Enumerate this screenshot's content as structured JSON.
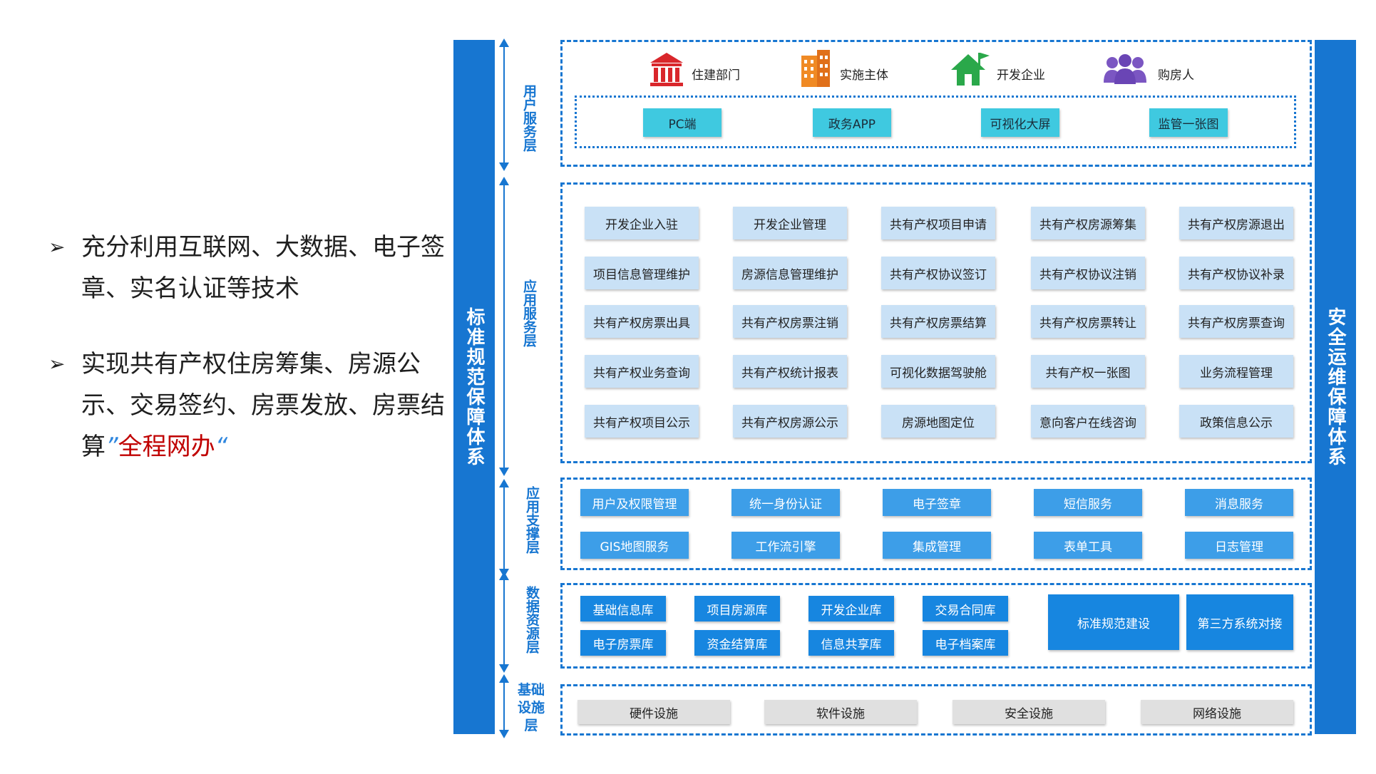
{
  "bullets": [
    {
      "text": "充分利用互联网、大数据、电子签章、实名认证等技术"
    },
    {
      "text_main": "实现共有产权住房筹集、房源公示、交易签约、房票发放、房票结算",
      "quote_open": "”",
      "highlight": "全程网办",
      "quote_close": "“"
    }
  ],
  "side_left": "标准规范保障体系",
  "side_right": "安全运维保障体系",
  "layers": {
    "user": "用户服务层",
    "app": "应用服务层",
    "support": "应用支撑层",
    "data": "数据资源层",
    "infra": "基础设施层"
  },
  "users": [
    {
      "label": "住建部门",
      "icon": "government-building-icon"
    },
    {
      "label": "实施主体",
      "icon": "office-building-icon"
    },
    {
      "label": "开发企业",
      "icon": "house-flag-icon"
    },
    {
      "label": "购房人",
      "icon": "people-group-icon"
    }
  ],
  "channels": [
    "PC端",
    "政务APP",
    "可视化大屏",
    "监管一张图"
  ],
  "app_services": [
    [
      "开发企业入驻",
      "开发企业管理",
      "共有产权项目申请",
      "共有产权房源筹集",
      "共有产权房源退出"
    ],
    [
      "项目信息管理维护",
      "房源信息管理维护",
      "共有产权协议签订",
      "共有产权协议注销",
      "共有产权协议补录"
    ],
    [
      "共有产权房票出具",
      "共有产权房票注销",
      "共有产权房票结算",
      "共有产权房票转让",
      "共有产权房票查询"
    ],
    [
      "共有产权业务查询",
      "共有产权统计报表",
      "可视化数据驾驶舱",
      "共有产权一张图",
      "业务流程管理"
    ],
    [
      "共有产权项目公示",
      "共有产权房源公示",
      "房源地图定位",
      "意向客户在线咨询",
      "政策信息公示"
    ]
  ],
  "support_services": [
    [
      "用户及权限管理",
      "统一身份认证",
      "电子签章",
      "短信服务",
      "消息服务"
    ],
    [
      "GIS地图服务",
      "工作流引擎",
      "集成管理",
      "表单工具",
      "日志管理"
    ]
  ],
  "data_resources": {
    "grid": [
      [
        "基础信息库",
        "项目房源库",
        "开发企业库",
        "交易合同库"
      ],
      [
        "电子房票库",
        "资金结算库",
        "信息共享库",
        "电子档案库"
      ]
    ],
    "large": [
      "标准规范建设",
      "第三方系统对接"
    ]
  },
  "infrastructure": [
    "硬件设施",
    "软件设施",
    "安全设施",
    "网络设施"
  ],
  "colors": {
    "accent": "#1776d1",
    "highlight": "#c00000",
    "cyan": "#3fc9e0",
    "pale": "#c9e1f6",
    "grey": "#e0e0e0"
  }
}
